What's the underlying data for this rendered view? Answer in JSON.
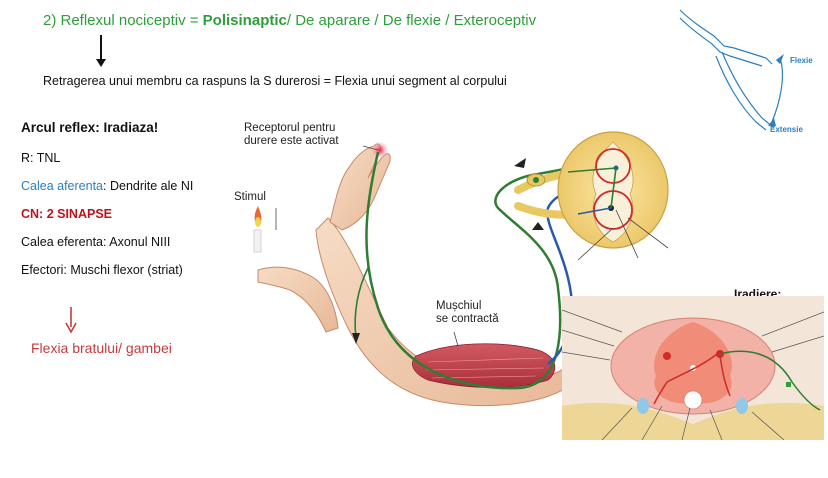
{
  "title": {
    "prefix": "2) Reflexul nociceptiv = ",
    "bold": "Polisinaptic",
    "suffix": "/ De aparare / De flexie / Exteroceptiv"
  },
  "subtitle": "Retragerea unui membru ca raspuns la S durerosi = Flexia unui segment al corpului",
  "left": {
    "heading": "Arcul reflex: Iradiaza!",
    "r": "R: TNL",
    "aferent_label": "Calea aferenta",
    "aferent_value": ": Dendrite ale NI",
    "cn": "CN: 2 SINAPSE",
    "eferent": "Calea eferenta: Axonul NIII",
    "efectori": "Efectori: Muschi flexor (striat)",
    "result": "Flexia bratului/ gambei"
  },
  "figure": {
    "receptor_line1": "Receptorul pentru",
    "receptor_line2": "durere este activat",
    "stimul": "Stimul",
    "muschi_line1": "Mușchiul",
    "muschi_line2": "se contractă"
  },
  "flexion_icon": {
    "flexie": "Flexie",
    "extensie": "Extensie"
  },
  "iradiere": "Iradiere:",
  "colors": {
    "green_title": "#2e9e3b",
    "blue_link": "#2b7fc0",
    "red_cn": "#c0121c",
    "nerve_green": "#2f7d32",
    "nerve_blue": "#2a5aa8"
  }
}
